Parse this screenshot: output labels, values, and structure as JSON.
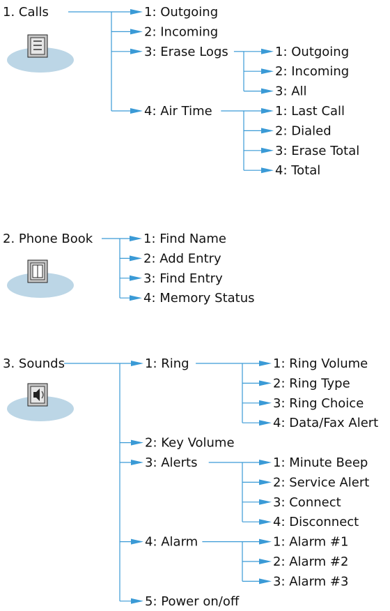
{
  "colors": {
    "connector": "#3a9ad6",
    "arrow": "#3a9ad6",
    "text": "#111111",
    "icon_shadow": "#bcd6e6",
    "icon_face": "#c8c8c8"
  },
  "menus": [
    {
      "title": "1. Calls",
      "icon": "calls-list-icon",
      "children": [
        {
          "label": "1: Outgoing"
        },
        {
          "label": "2: Incoming"
        },
        {
          "label": "3: Erase Logs",
          "children": [
            "1: Outgoing",
            "2: Incoming",
            "3: All"
          ]
        },
        {
          "label": "4: Air Time",
          "children": [
            "1: Last Call",
            "2: Dialed",
            "3: Erase Total",
            "4: Total"
          ]
        }
      ]
    },
    {
      "title": "2. Phone Book",
      "icon": "phone-book-icon",
      "children": [
        {
          "label": "1: Find Name"
        },
        {
          "label": "2: Add Entry"
        },
        {
          "label": "3: Find Entry"
        },
        {
          "label": "4: Memory Status"
        }
      ]
    },
    {
      "title": "3. Sounds",
      "icon": "speaker-icon",
      "children": [
        {
          "label": "1: Ring",
          "children": [
            "1: Ring Volume",
            "2: Ring Type",
            "3: Ring Choice",
            "4: Data/Fax Alert"
          ]
        },
        {
          "label": "2: Key Volume"
        },
        {
          "label": "3: Alerts",
          "children": [
            "1: Minute Beep",
            "2: Service Alert",
            "3: Connect",
            "4: Disconnect"
          ]
        },
        {
          "label": "4: Alarm",
          "children": [
            "1: Alarm #1",
            "2: Alarm #2",
            "3: Alarm #3"
          ]
        },
        {
          "label": "5: Power on/off"
        }
      ]
    }
  ]
}
